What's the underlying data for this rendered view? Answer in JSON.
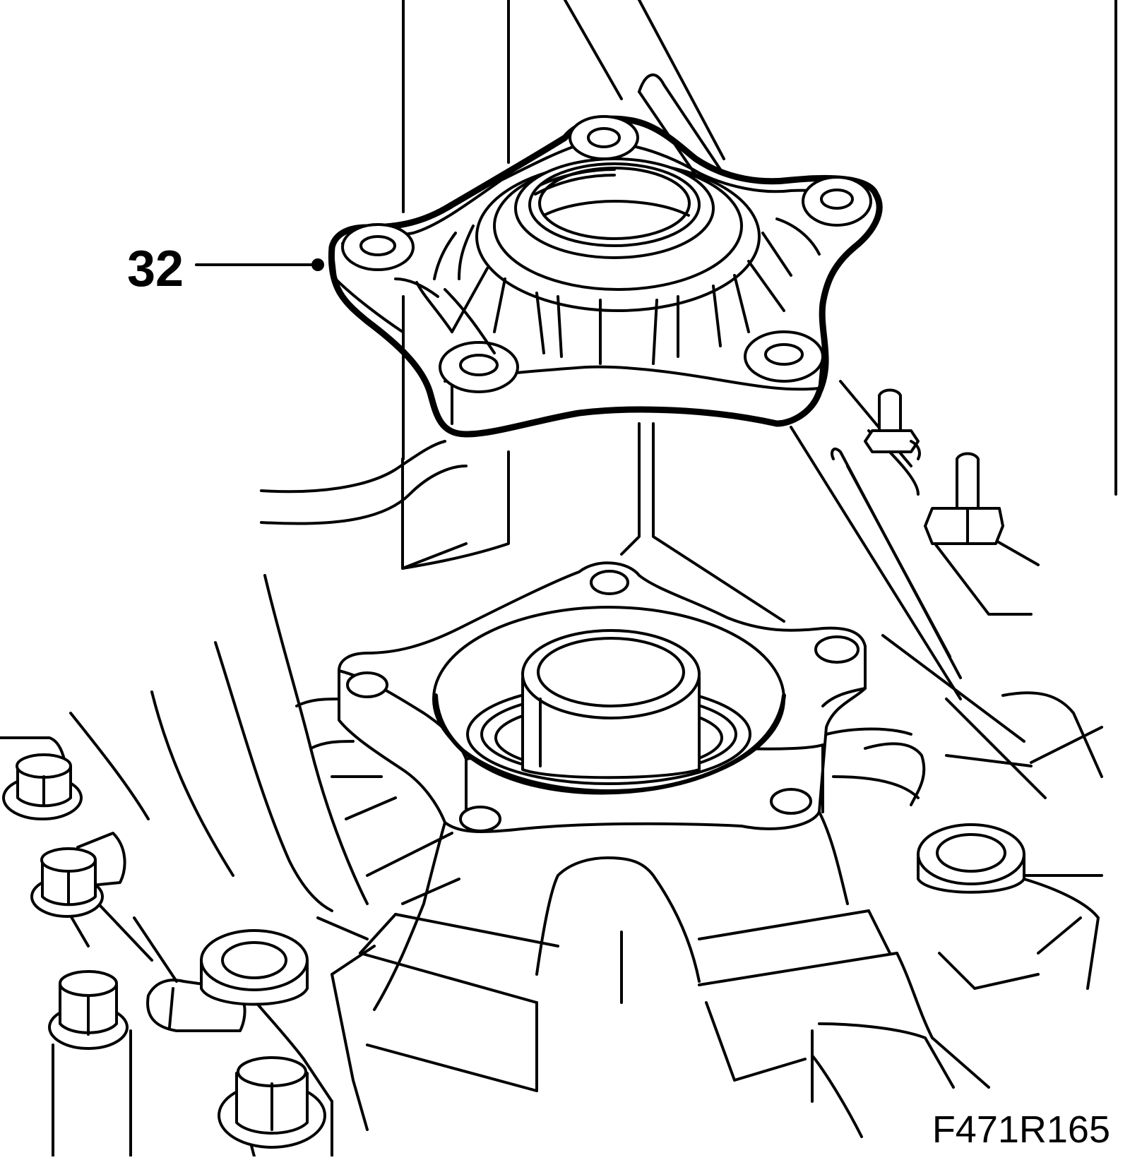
{
  "diagram": {
    "callout": {
      "number": "32",
      "target": "bearing-flange"
    },
    "figure_code": "F471R165"
  },
  "colors": {
    "line": "#000000",
    "background": "#ffffff"
  }
}
